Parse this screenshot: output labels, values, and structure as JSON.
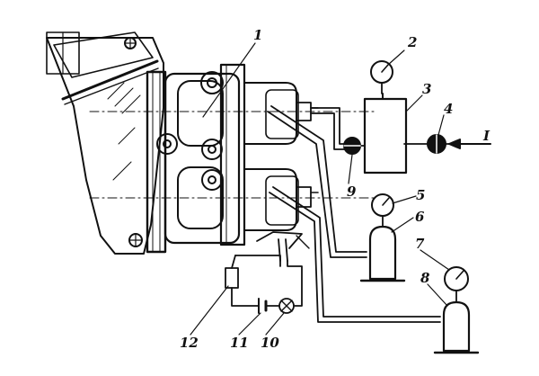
{
  "diagram": {
    "labels": [
      {
        "id": "1",
        "text": "1"
      },
      {
        "id": "2",
        "text": "2"
      },
      {
        "id": "3",
        "text": "3"
      },
      {
        "id": "4",
        "text": "4"
      },
      {
        "id": "I",
        "text": "I"
      },
      {
        "id": "5",
        "text": "5"
      },
      {
        "id": "6",
        "text": "6"
      },
      {
        "id": "7",
        "text": "7"
      },
      {
        "id": "8",
        "text": "8"
      },
      {
        "id": "9",
        "text": "9"
      },
      {
        "id": "10",
        "text": "10"
      },
      {
        "id": "11",
        "text": "11"
      },
      {
        "id": "12",
        "text": "12"
      }
    ],
    "ink_color": "#111111",
    "components": {
      "pump_assembly": "pump-body",
      "gauges": [
        "pressure-gauge-2",
        "pressure-gauge-5",
        "pressure-gauge-7"
      ],
      "vessels": [
        "vessel-3",
        "gas-cylinder-6",
        "gas-cylinder-8"
      ],
      "valves": [
        "valve-4",
        "valve-9"
      ],
      "electrical": [
        "contact-12",
        "battery-11",
        "lamp-10"
      ]
    }
  }
}
